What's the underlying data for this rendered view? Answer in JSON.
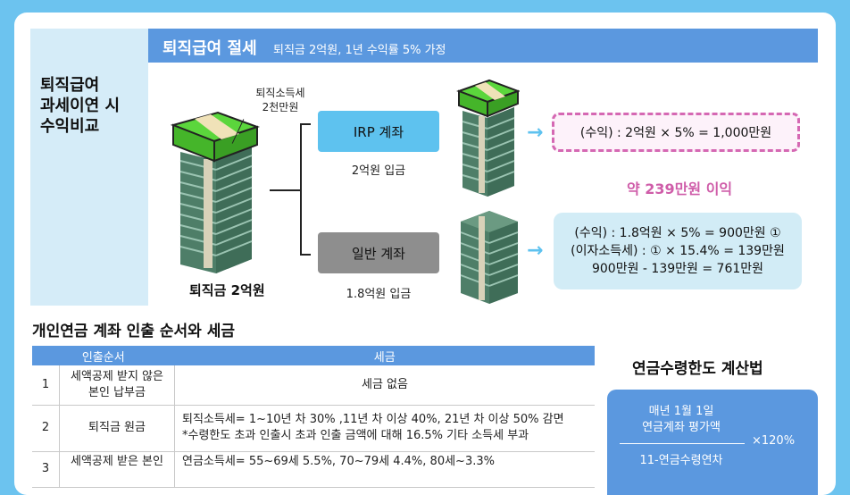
{
  "section1": {
    "title_main": "퇴직급여 절세",
    "title_sub": "퇴직금 2억원, 1년 수익률 5% 가정",
    "left_title": "퇴직급여\n과세이연 시\n수익비교",
    "tax_note_line1": "퇴직소득세",
    "tax_note_line2": "2천만원",
    "principal_label": "퇴직금 2억원",
    "irp": {
      "label": "IRP 계좌",
      "deposit": "2억원 입금"
    },
    "general": {
      "label": "일반 계좌",
      "deposit": "1.8억원 입금"
    },
    "irp_result": "(수익) : 2억원 × 5% = 1,000만원",
    "profit_diff": "약 239만원 이익",
    "general_result": {
      "line1": "(수익) : 1.8억원 × 5% = 900만원 ①",
      "line2": "(이자소득세) : ① × 15.4% = 139만원",
      "line3": "900만원 - 139만원 = 761만원"
    }
  },
  "section2": {
    "title": "개인연금 계좌 인출 순서와 세금",
    "headers": {
      "order": "인출순서",
      "tax": "세금"
    },
    "rows": [
      {
        "no": "1",
        "order_line1": "세액공제 받지 않은",
        "order_line2": "본인 납부금",
        "tax_line1": "세금 없음",
        "tax_line2": ""
      },
      {
        "no": "2",
        "order_line1": "퇴직금 원금",
        "order_line2": "",
        "tax_line1": "퇴직소득세= 1~10년 차 30% ,11년 차 이상 40%, 21년 차 이상 50% 감면",
        "tax_line2": "*수령한도 초과 인출시 초과 인출 금액에 대해 16.5% 기타 소득세 부과"
      },
      {
        "no": "3",
        "order_line1": "세액공제 받은 본인",
        "order_line2": "",
        "tax_line1": "연금소득세= 55~69세 5.5%, 70~79세 4.4%, 80세~3.3%",
        "tax_line2": ""
      }
    ]
  },
  "section3": {
    "title": "연금수령한도 계산법",
    "numerator_line1": "매년 1월 1일",
    "numerator_line2": "연금계좌 평가액",
    "denominator": "11-연금수령연차",
    "multiplier": "×120%"
  },
  "colors": {
    "background": "#6cc3ef",
    "header_blue": "#5b98df",
    "left_panel": "#d5ecf8",
    "irp_box": "#5ec2ef",
    "general_box": "#8e8e8e",
    "highlight_pink": "#cf5da9",
    "money_green": "#5bd63c",
    "stack_dark": "#4e7e68"
  }
}
